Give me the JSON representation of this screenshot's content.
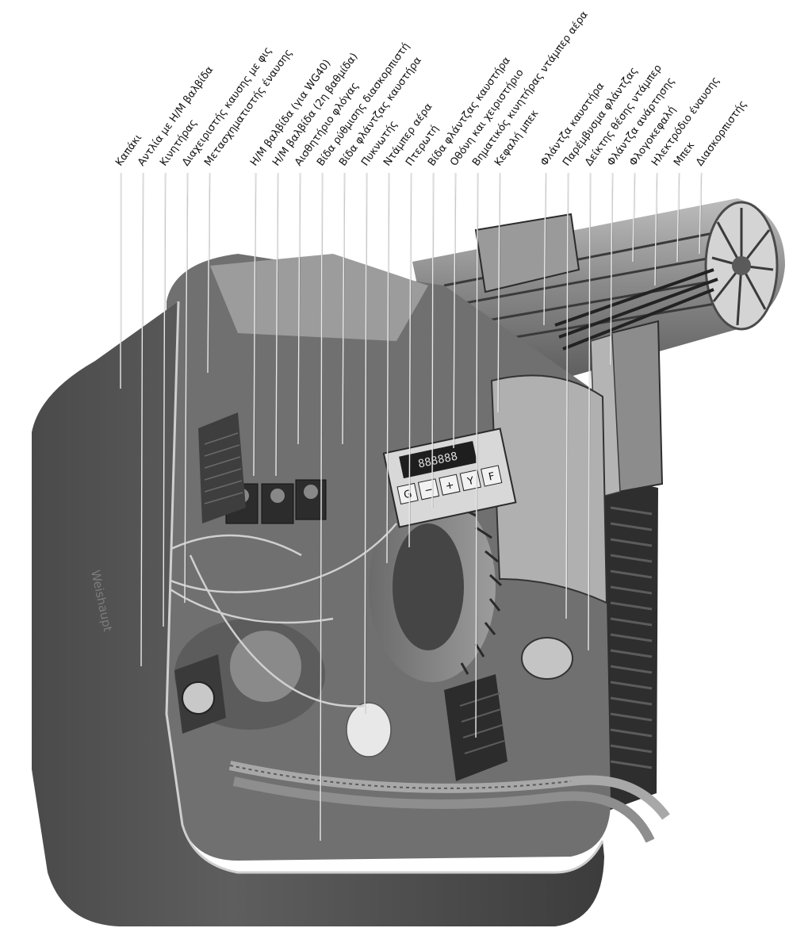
{
  "logo_text": "Weishaupt",
  "display": {
    "digits": "888888",
    "keys": [
      "G",
      "−",
      "+",
      "Y",
      "F"
    ]
  },
  "labels": [
    "Καπάκι",
    "Αντλία με Η/Μ βαλβίδα",
    "Κινητήρας",
    "Διαχειριστής καυσης με φις",
    "Μετασχηματιστής έναυσης",
    "Η/Μ βαλβίδα (για WG40)",
    "Η/Μ βαλβίδα (2η βαθμίδα)",
    "Αισθητήριο φλόγας",
    "Βίδα ρύθμισης διασκορπιστή",
    "Βίδα φλάντζας καυστήρα",
    "Πυκνωτής",
    "Ντάμπερ αέρα",
    "Πτερωτή",
    "Βίδα φλάντζας καυστήρα",
    "Οθόνη και χειριστήριο",
    "Βηματικός κινητήρας ντάμπερ αέρα",
    "Κεφαλή μπεκ",
    "Φλάντζα καυστήρα",
    "Παρέμβυσμα φλάντζας",
    "Δείκτης θέσης ντάμπερ",
    "Φλάντζα ανάρτησης",
    "Φλογοκεφαλή",
    "Ηλεκτρόδιο έναυσης",
    "Μπεκ",
    "Διασκορπιστής"
  ]
}
